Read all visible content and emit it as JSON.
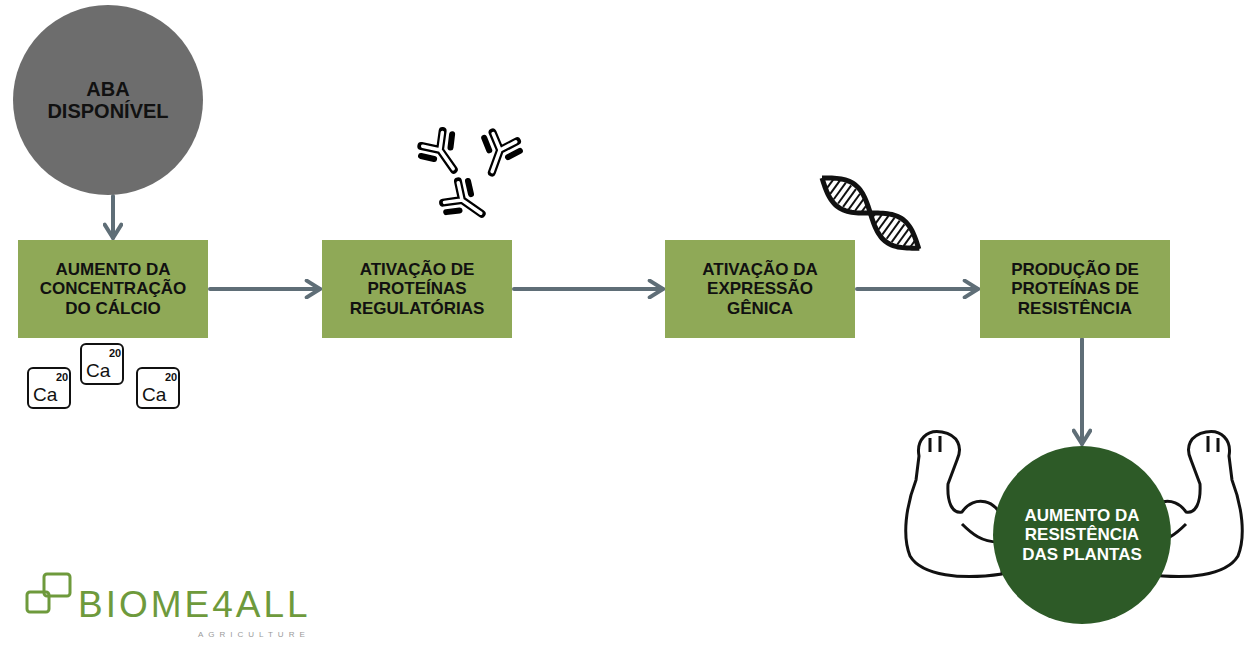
{
  "diagram": {
    "nodes": [
      {
        "text": [
          "ABA DISPONÍVEL"
        ]
      },
      {
        "text": [
          "AUMENTO DA CONCENTRAÇÃO DO CÁLCIO"
        ]
      },
      {
        "text": [
          "ATIVAÇÃO DE PROTEÍNAS REGULATÓRIAS"
        ]
      },
      {
        "text": [
          "ATIVAÇÃO DA EXPRESSÃO GÊNICA"
        ]
      },
      {
        "text": [
          "PRODUÇÃO DE PROTEÍNAS DE RESISTÊNCIA"
        ]
      },
      {
        "text": [
          "AUMENTO DA RESISTÊNCIA DAS PLANTAS"
        ]
      }
    ],
    "edges": [
      {
        "from": 0,
        "to": 1,
        "arrow": "to"
      },
      {
        "from": 1,
        "to": 2,
        "arrow": "to"
      },
      {
        "from": 2,
        "to": 3,
        "arrow": "to"
      },
      {
        "from": 3,
        "to": 4,
        "arrow": "to"
      },
      {
        "from": 4,
        "to": 5,
        "arrow": "to"
      }
    ],
    "labels": [
      "20",
      "Ca",
      "20",
      "Ca",
      "20",
      "Ca",
      "BIOME4ALL",
      "AGRICULTURE"
    ]
  }
}
